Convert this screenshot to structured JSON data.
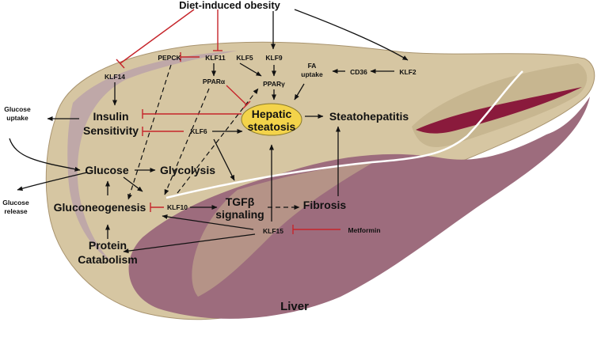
{
  "diagram": {
    "title_top": "Diet-induced obesity",
    "organ_label": "Liver",
    "nodes": {
      "pepck": "PEPCK",
      "klf11": "KLF11",
      "klf5": "KLF5",
      "klf9": "KLF9",
      "klf14": "KLF14",
      "ppara": "PPARα",
      "pparg": "PPARγ",
      "fa_uptake_1": "FA",
      "fa_uptake_2": "uptake",
      "cd36": "CD36",
      "klf2": "KLF2",
      "glucose_uptake_1": "Glucose",
      "glucose_uptake_2": "uptake",
      "insulin_1": "Insulin",
      "insulin_2": "Sensitivity",
      "klf6": "KLF6",
      "hepatic_1": "Hepatic",
      "hepatic_2": "steatosis",
      "steatohepatitis": "Steatohepatitis",
      "glucose": "Glucose",
      "glycolysis": "Glycolysis",
      "glucose_release_1": "Glucose",
      "glucose_release_2": "release",
      "gluconeogenesis": "Gluconeogenesis",
      "klf10": "KLF10",
      "tgfb_1": "TGFβ",
      "tgfb_2": "signaling",
      "fibrosis": "Fibrosis",
      "klf15": "KLF15",
      "metformin": "Metformin",
      "protein_1": "Protein",
      "protein_2": "Catabolism"
    },
    "colors": {
      "liver_fill": "#d6c6a2",
      "liver_shadow": "#b7a27c",
      "liver_dark": "#9a6a78",
      "liver_mauve": "#a97b8c",
      "vein_red": "#8a1a3c",
      "hepatic_fill": "#f3d34a",
      "inhibit_red": "#c6252b"
    }
  }
}
